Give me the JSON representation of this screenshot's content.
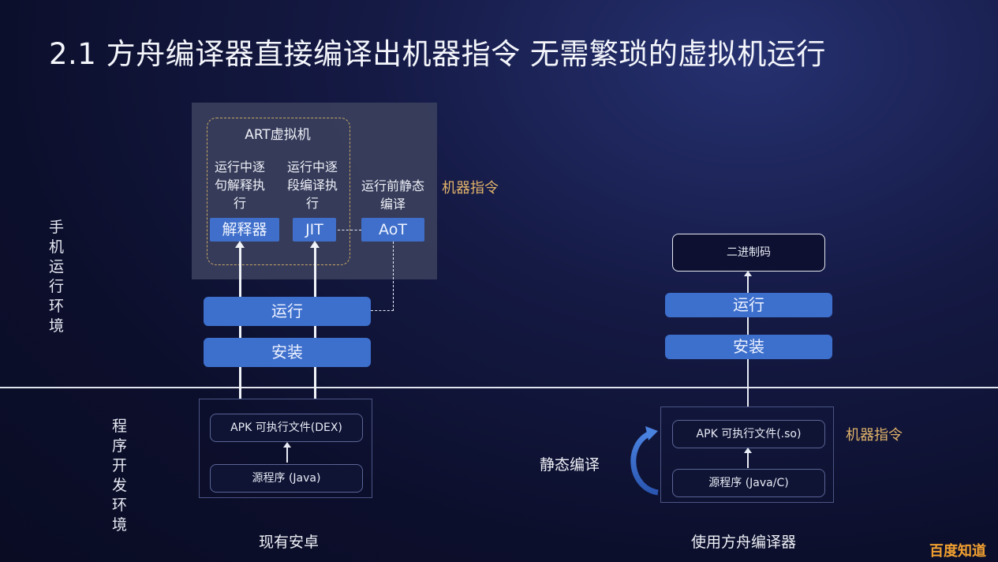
{
  "title": "2.1 方舟编译器直接编译出机器指令 无需繁琐的虚拟机运行",
  "side_labels": {
    "runtime_env": "手机运行环境",
    "dev_env": "程序开发环境"
  },
  "left_diagram": {
    "caption": "现有安卓",
    "art_vm": {
      "title": "ART虚拟机",
      "interpreter": {
        "desc": "运行中逐句解释执行",
        "label": "解释器"
      },
      "jit": {
        "desc": "运行中逐段编译执行",
        "label": "JIT"
      }
    },
    "aot": {
      "desc": "运行前静态编译",
      "label": "AoT"
    },
    "machine_instruction_label": "机器指令",
    "run_label": "运行",
    "install_label": "安装",
    "apk_label": "APK 可执行文件(DEX)",
    "source_label": "源程序 (Java)"
  },
  "right_diagram": {
    "caption": "使用方舟编译器",
    "binary_label": "二进制码",
    "run_label": "运行",
    "install_label": "安装",
    "apk_label": "APK 可执行文件(.so)",
    "source_label": "源程序 (Java/C)",
    "static_compile_label": "静态编译",
    "machine_instruction_label": "机器指令"
  },
  "watermark": "百度知道",
  "colors": {
    "accent_blue": "#3d6fcc",
    "gold": "#e2b46a",
    "background": "#0c0f2c"
  }
}
